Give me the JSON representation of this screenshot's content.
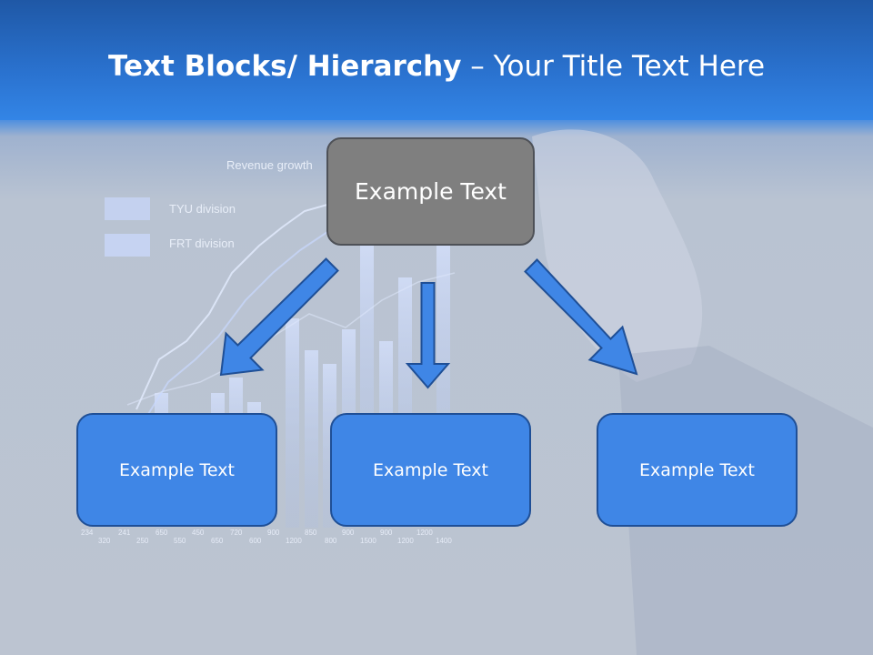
{
  "title": {
    "bold": "Text Blocks/ Hierarchy",
    "rest": " – Your Title Text Here"
  },
  "background": {
    "revenue_label": "Revenue growth",
    "legend": [
      "TYU division",
      "FRT division"
    ],
    "axis_row1": [
      "234",
      "241",
      "650",
      "450",
      "720",
      "900",
      "850",
      "900",
      "900",
      "1200"
    ],
    "axis_row2": [
      "320",
      "250",
      "550",
      "650",
      "600",
      "1200",
      "800",
      "1500",
      "1200",
      "1400"
    ]
  },
  "hierarchy": {
    "top": {
      "label": "Example Text"
    },
    "children": [
      {
        "label": "Example Text"
      },
      {
        "label": "Example Text"
      },
      {
        "label": "Example Text"
      }
    ]
  },
  "colors": {
    "title_band": "#2a72cf",
    "top_box": "#7f7f7f",
    "child_box": "#3f86e6",
    "arrow": "#3f86e6",
    "arrow_stroke": "#1f4f96"
  }
}
